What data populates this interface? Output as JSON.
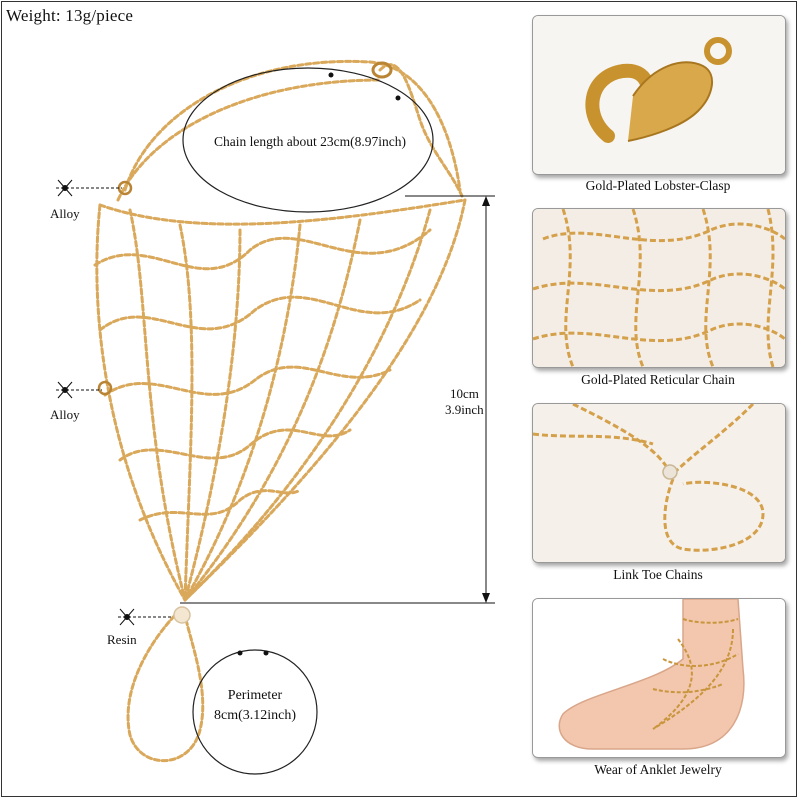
{
  "header": {
    "weight": "Weight: 13g/piece"
  },
  "main": {
    "chain_length": "Chain length about 23cm(8.97inch)",
    "height_cm": "10cm",
    "height_inch": "3.9inch",
    "perimeter_title": "Perimeter",
    "perimeter_value": "8cm(3.12inch)",
    "materials": [
      "Alloy",
      "Alloy",
      "Resin"
    ]
  },
  "panels": [
    {
      "caption": "Gold-Plated Lobster-Clasp"
    },
    {
      "caption": "Gold-Plated Reticular Chain"
    },
    {
      "caption": "Link Toe Chains"
    },
    {
      "caption": "Wear of Anklet Jewelry"
    }
  ],
  "colors": {
    "gold": "#d9a85a",
    "gold_dark": "#b98434",
    "line": "#111111",
    "panel_bg": "#f5f3ef",
    "skin": "#f2c7ad"
  }
}
